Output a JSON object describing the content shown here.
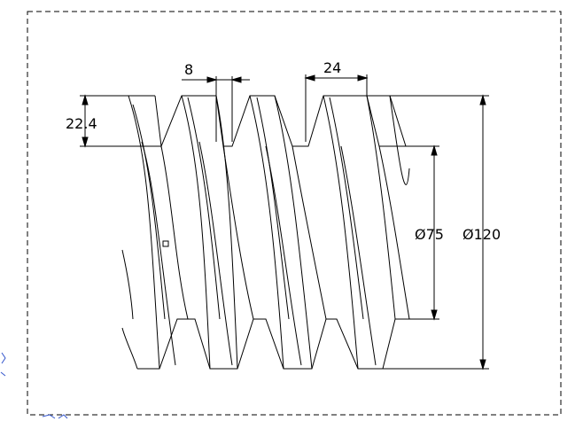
{
  "drawing": {
    "dimensions": {
      "thread_pitch": "8",
      "lead": "24",
      "tooth_height": "22.4",
      "root_diameter": "Ø75",
      "outer_diameter": "Ø120"
    }
  },
  "colors": {
    "background": "#ffffff",
    "line": "#000000",
    "frame": "#000000",
    "corner_marks": "#3355cc"
  }
}
